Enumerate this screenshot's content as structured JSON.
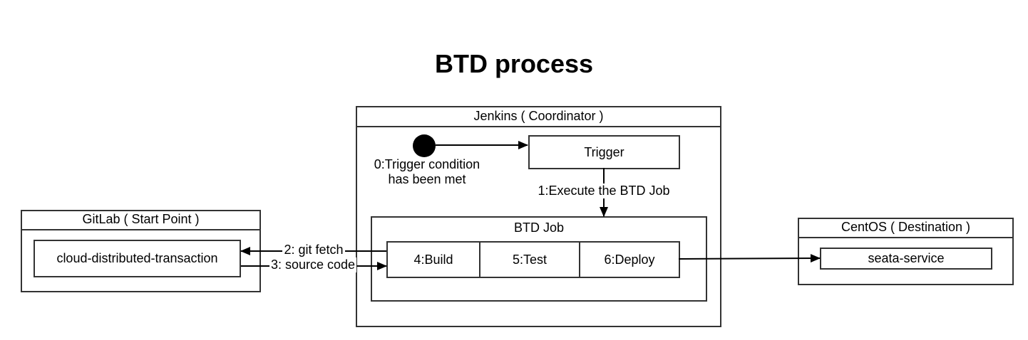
{
  "title": "BTD process",
  "gitlab": {
    "header": "GitLab ( Start Point )",
    "repo": "cloud-distributed-transaction"
  },
  "jenkins": {
    "header": "Jenkins ( Coordinator )",
    "start_label_line1": "0:Trigger condition",
    "start_label_line2": "has been met",
    "trigger": "Trigger",
    "execute_label": "1:Execute the BTD Job",
    "job": {
      "header": "BTD Job",
      "steps": [
        "4:Build",
        "5:Test",
        "6:Deploy"
      ]
    }
  },
  "centos": {
    "header": "CentOS ( Destination )",
    "service": "seata-service"
  },
  "edges": {
    "git_fetch": "2: git fetch",
    "source_code": "3: source code"
  }
}
